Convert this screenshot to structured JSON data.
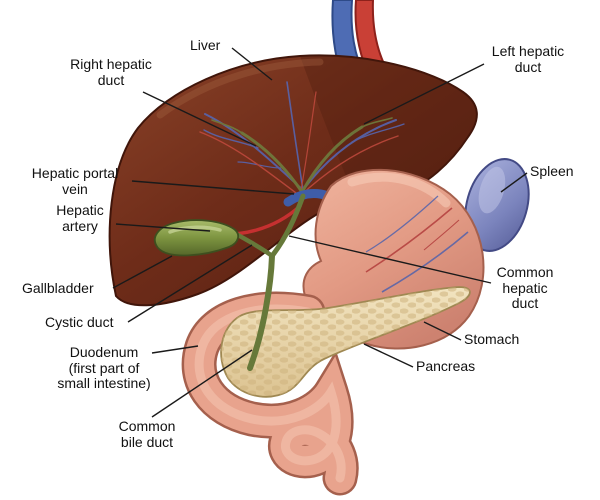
{
  "labels": [
    {
      "id": "liver",
      "text": "Liver"
    },
    {
      "id": "right-hepatic-duct",
      "text": "Right hepatic\nduct"
    },
    {
      "id": "left-hepatic-duct",
      "text": "Left hepatic\nduct"
    },
    {
      "id": "hepatic-portal-vein",
      "text": "Hepatic portal\nvein"
    },
    {
      "id": "hepatic-artery",
      "text": "Hepatic\nartery"
    },
    {
      "id": "gallbladder",
      "text": "Gallbladder"
    },
    {
      "id": "cystic-duct",
      "text": "Cystic duct"
    },
    {
      "id": "duodenum",
      "text": "Duodenum\n(first part of\nsmall intestine)"
    },
    {
      "id": "common-bile-duct",
      "text": "Common\nbile duct"
    },
    {
      "id": "spleen",
      "text": "Spleen"
    },
    {
      "id": "common-hepatic-duct",
      "text": "Common\nhepatic\nduct"
    },
    {
      "id": "stomach",
      "text": "Stomach"
    },
    {
      "id": "pancreas",
      "text": "Pancreas"
    }
  ],
  "colors": {
    "background": "#ffffff",
    "label_text": "#111111",
    "leader_line": "#1a1a1a",
    "liver": "#6e2c19",
    "stomach": "#e29a84",
    "spleen": "#7b84bd",
    "pancreas": "#ead7ae",
    "gallbladder": "#7d9440",
    "duodenum": "#e8a38d",
    "bile_duct": "#66793a",
    "artery": "#c53030",
    "vein": "#4a68b0"
  }
}
